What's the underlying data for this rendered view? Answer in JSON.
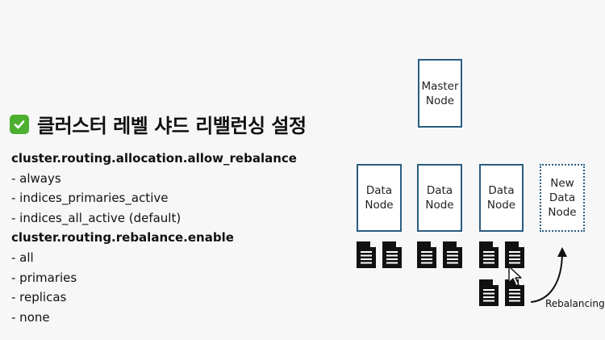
{
  "title": {
    "icon": "check-mark-icon",
    "accent_color": "#4caf2f",
    "text": "클러스터 레벨 샤드 리밸런싱 설정"
  },
  "settings": [
    {
      "key": "cluster.routing.allocation.allow_rebalance",
      "options": [
        "- always",
        "- indices_primaries_active",
        "- indices_all_active (default)"
      ]
    },
    {
      "key": "cluster.routing.rebalance.enable",
      "options": [
        "- all",
        "- primaries",
        "- replicas",
        "- none"
      ]
    }
  ],
  "diagram": {
    "node_border_color": "#2b5c7f",
    "master_node": "Master\nNode",
    "data_nodes": [
      "Data\nNode",
      "Data\nNode",
      "Data\nNode"
    ],
    "new_node": "New\nData\nNode",
    "rebalancing_label": "Rebalancing",
    "icons": [
      "document-icon",
      "cursor-icon",
      "arrow-icon"
    ]
  }
}
